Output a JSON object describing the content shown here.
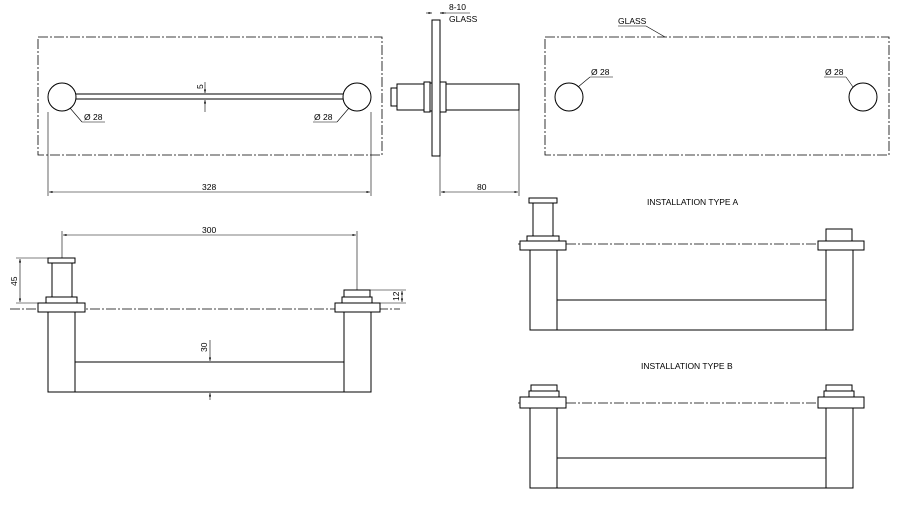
{
  "dimensions": {
    "top_view_rod_dia": "5",
    "left_dia": "Ø 28",
    "right_dia": "Ø 28",
    "overall_length": "328",
    "glass_thickness_value": "8-10",
    "glass_thickness_label": "GLASS",
    "projection": "80",
    "glass_label": "GLASS",
    "hole_left_dia": "Ø 28",
    "hole_right_dia": "Ø 28",
    "center_distance": "300",
    "height": "45",
    "knob_height": "12",
    "rail_dia": "30"
  },
  "labels": {
    "install_a": "INSTALLATION TYPE A",
    "install_b": "INSTALLATION TYPE B"
  }
}
